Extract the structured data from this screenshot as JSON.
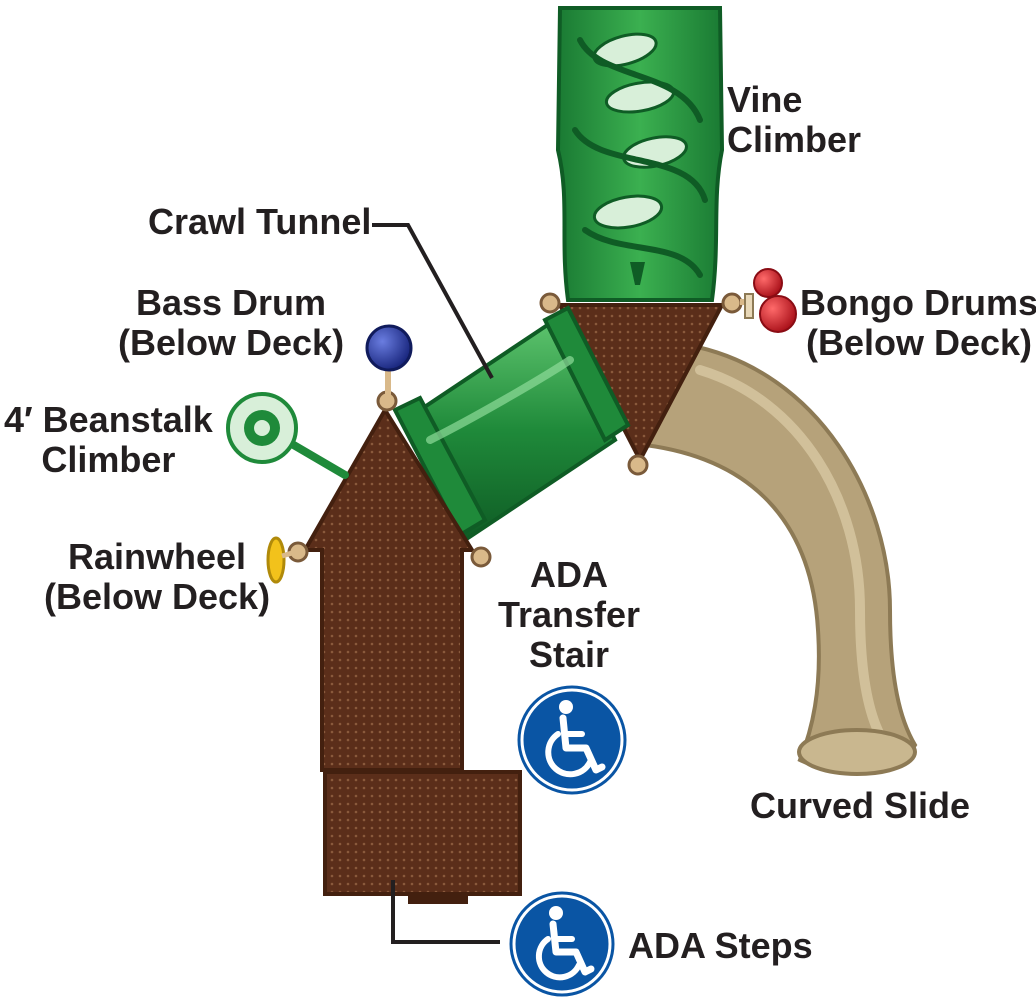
{
  "labels": {
    "vine_climber": [
      "Vine",
      "Climber"
    ],
    "crawl_tunnel": "Crawl Tunnel",
    "bass_drum": [
      "Bass Drum",
      "(Below Deck)"
    ],
    "bongo_drums": [
      "Bongo Drums",
      "(Below Deck)"
    ],
    "beanstalk_climber": [
      "4′ Beanstalk",
      "Climber"
    ],
    "rainwheel": [
      "Rainwheel",
      "(Below Deck)"
    ],
    "ada_transfer_stair": [
      "ADA",
      "Transfer",
      "Stair"
    ],
    "curved_slide": "Curved Slide",
    "ada_steps": "ADA Steps"
  },
  "icons": [
    "wheelchair-accessible-icon",
    "wheelchair-accessible-icon"
  ],
  "colors": {
    "deck_brown": "#5b2e1a",
    "deck_brown_dark": "#43200f",
    "climber_green": "#1f8a3a",
    "climber_green_dark": "#0f5c25",
    "slide_tan": "#b6a27a",
    "bass_drum_blue": "#1f2f8c",
    "bongo_red": "#d0202a",
    "rainwheel_yellow": "#f2c21b",
    "ada_blue": "#0a55a4",
    "text": "#231f20"
  }
}
